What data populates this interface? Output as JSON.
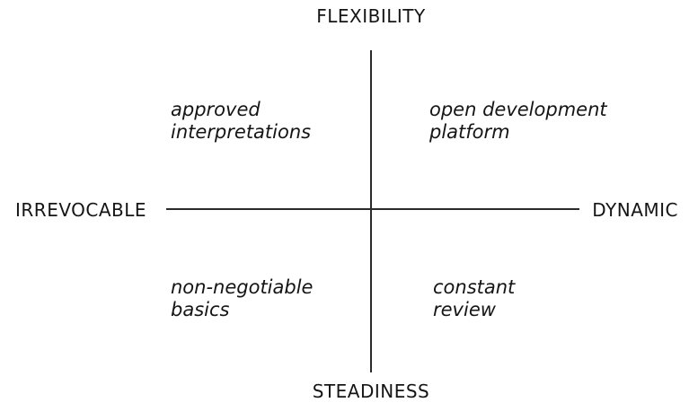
{
  "diagram": {
    "type": "quadrant-matrix",
    "axes": {
      "top": "FLEXIBILITY",
      "bottom": "STEADINESS",
      "left": "IRREVOCABLE",
      "right": "DYNAMIC"
    },
    "quadrants": {
      "top_left": "approved\ninterpretations",
      "top_right": "open development\nplatform",
      "bottom_left": "non-negotiable\nbasics",
      "bottom_right": "constant\nreview"
    },
    "colors": {
      "background": "#ffffff",
      "text": "#151515",
      "line": "#2b2b2b"
    }
  }
}
